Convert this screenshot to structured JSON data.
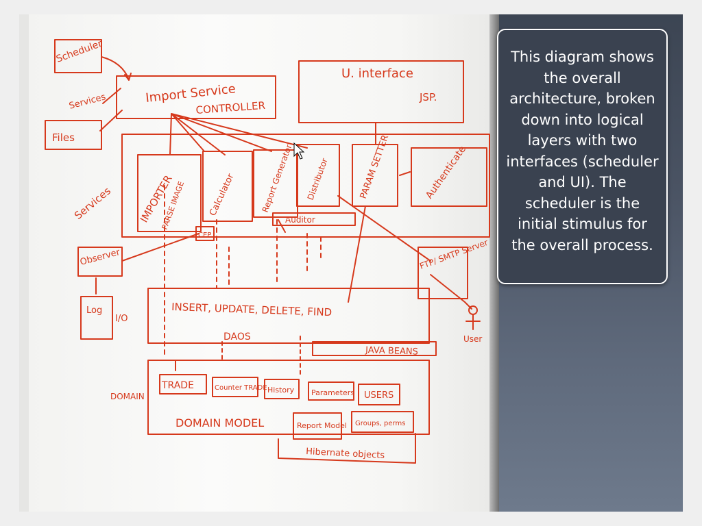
{
  "slide": {
    "caption": "This diagram shows the overall architecture, broken down into logical layers with two interfaces (scheduler and UI). The scheduler is the initial stimulus for the overall process."
  },
  "whiteboard": {
    "scheduler": "Scheduler",
    "services_note": "Services",
    "files": "Files",
    "import_service": "Import Service",
    "controller": "CONTROLLER",
    "ui": "U. interface",
    "jsp": "JSP.",
    "services_layer": "Services",
    "importer": "IMPORTER",
    "parse_image": "PARSE IMAGE",
    "calculator": "Calculator",
    "report_generator": "Report Generator",
    "distributor": "Distributor",
    "param_setter": "PARAM SETTER",
    "authenticate": "Authenticate",
    "audit": "Auditor",
    "cep": "CEP",
    "observer": "Observer",
    "log": "Log",
    "io": "I/O",
    "ftp_smtp": "FTP/ SMTP Server",
    "user": "User",
    "dao_ops": "INSERT, UPDATE, DELETE, FIND",
    "daos": "DAOS",
    "java_beans": "JAVA BEANS",
    "domain": "DOMAIN",
    "trade": "TRADE",
    "counter_trade": "Counter TRADE",
    "history": "History",
    "parameters": "Parameters",
    "users": "USERS",
    "report_model": "Report Model",
    "groups": "Groups, perms",
    "domain_model": "DOMAIN MODEL",
    "hibernate": "Hibernate objects"
  },
  "colors": {
    "ink": "#d6391c",
    "caption_bg": "#3a4250",
    "caption_text": "#ffffff"
  }
}
